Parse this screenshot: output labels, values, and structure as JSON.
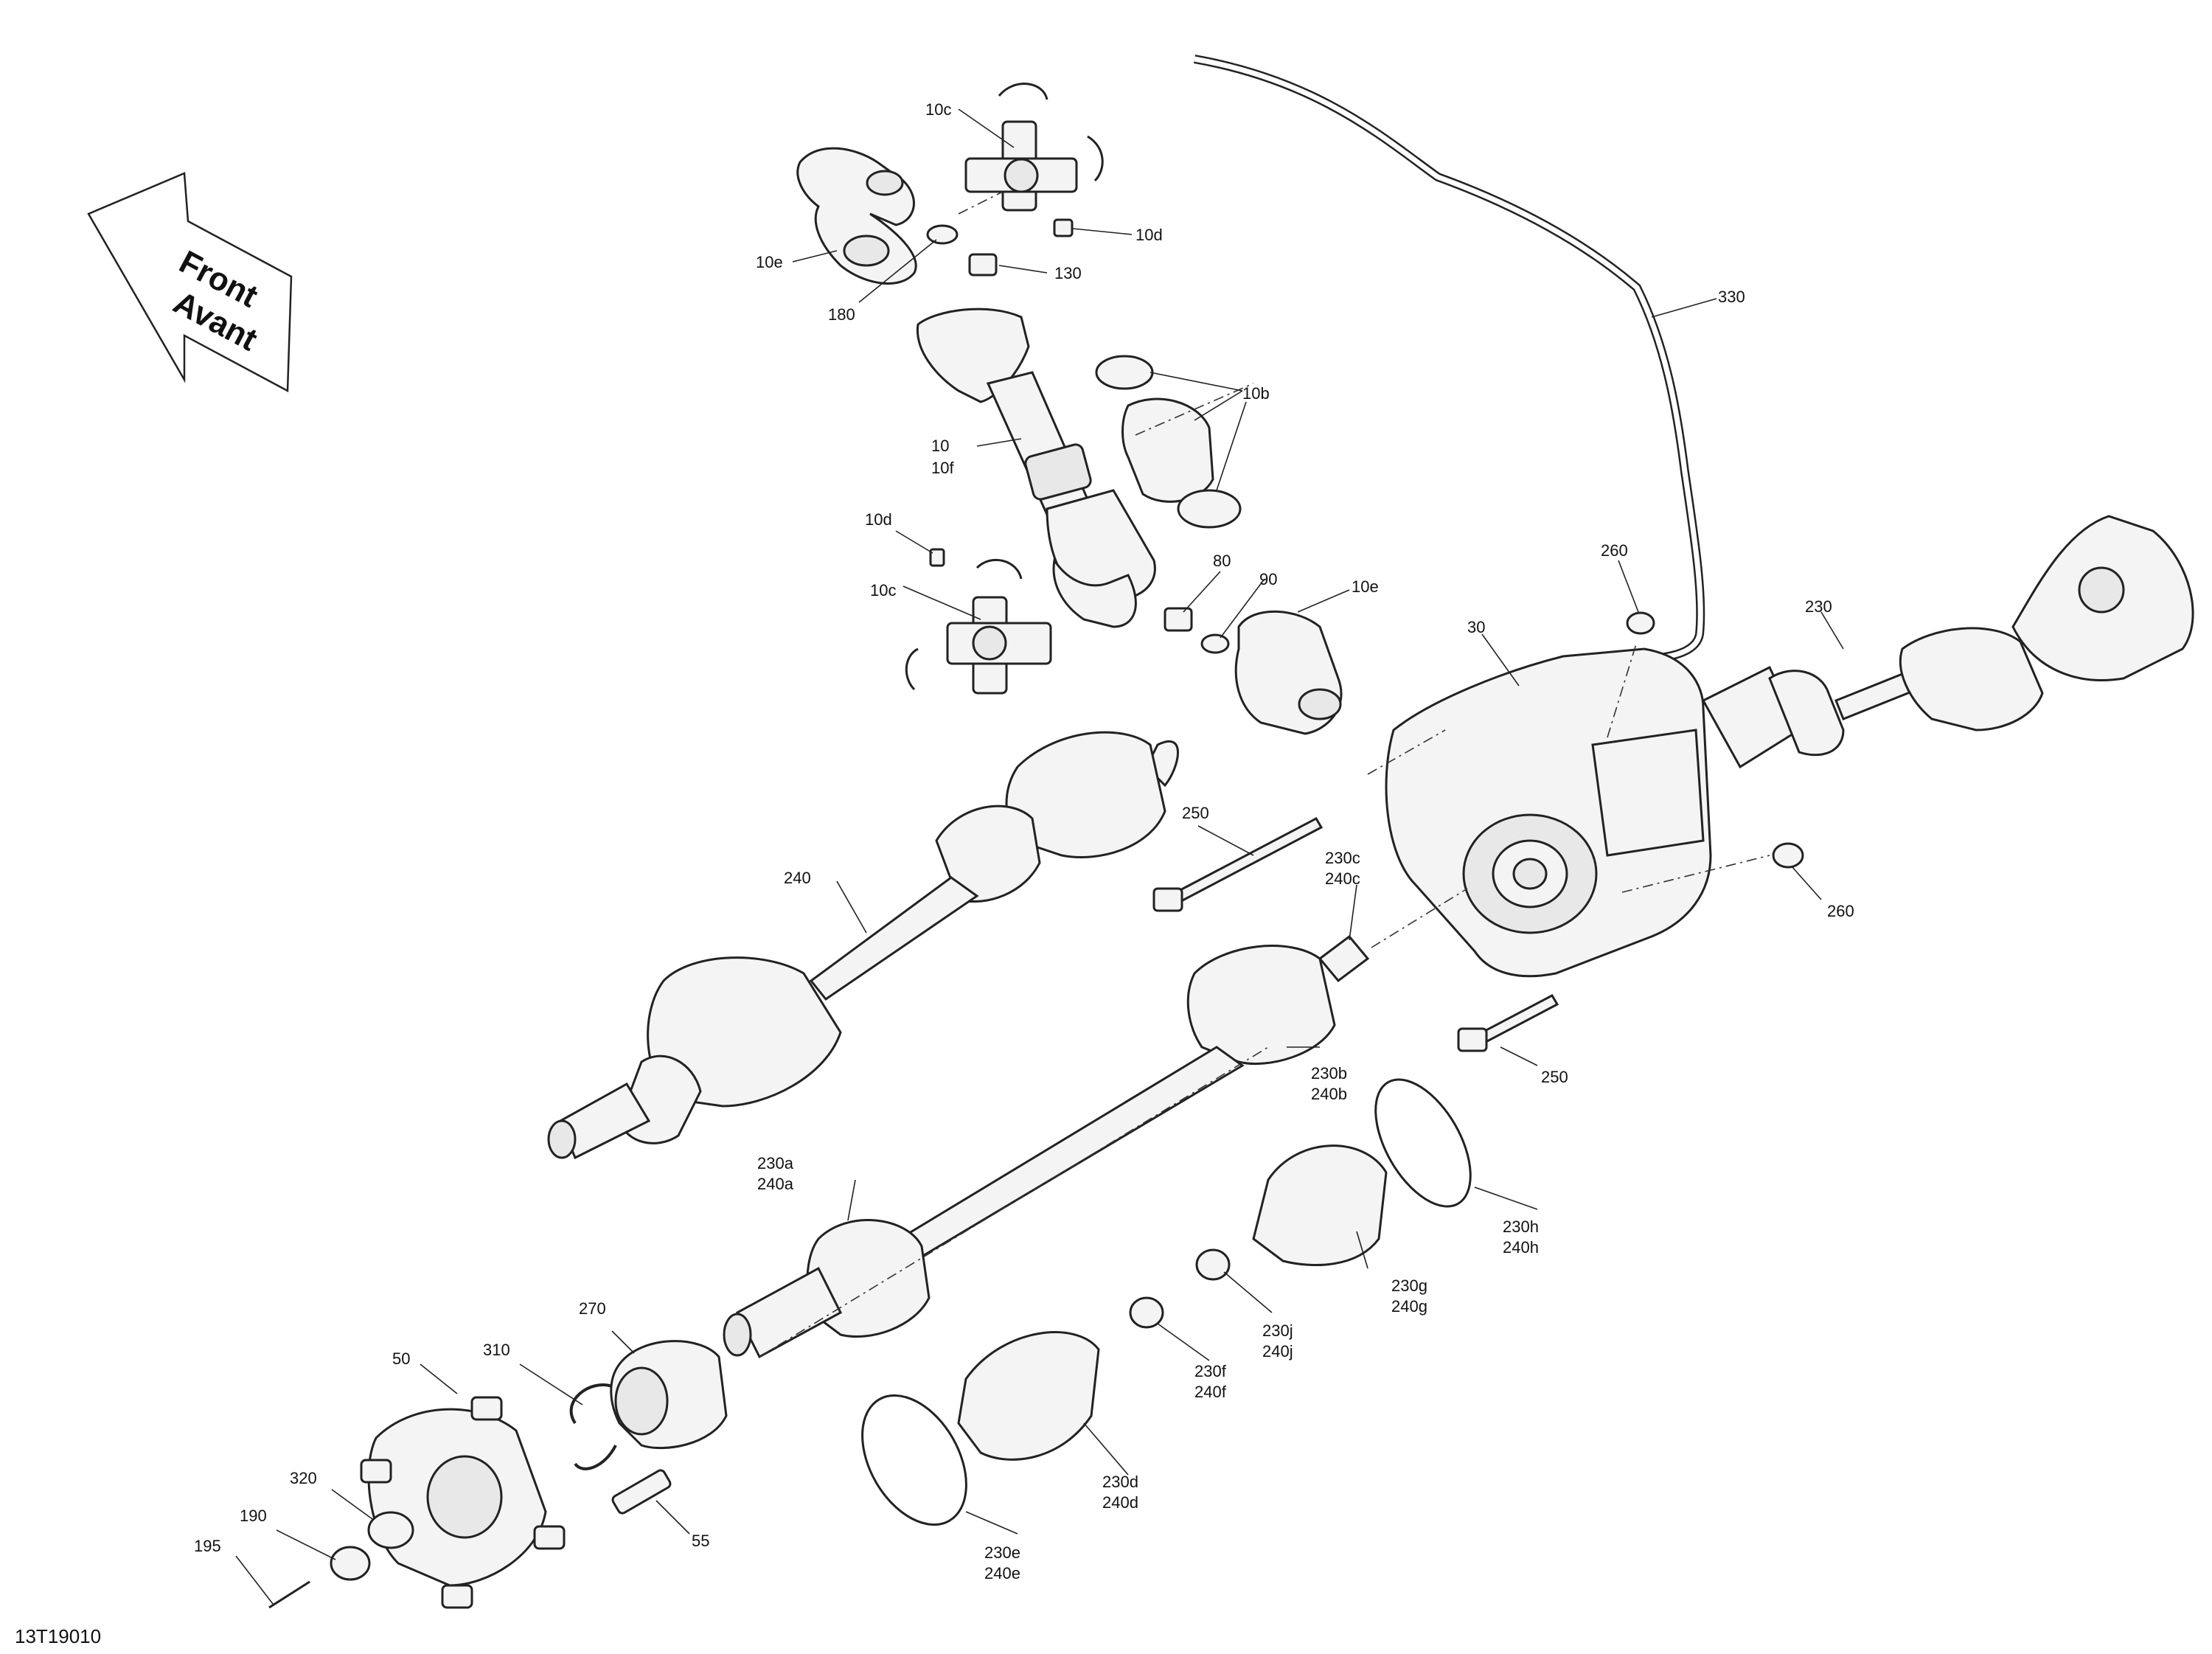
{
  "figure_code": "13T19010",
  "direction": {
    "line1": "Front",
    "line2": "Avant"
  },
  "labels": {
    "l10c_top": "10c",
    "l10d_top": "10d",
    "l10e_top": "10e",
    "l130": "130",
    "l180": "180",
    "l330": "330",
    "l10b": "10b",
    "l10": "10",
    "l10f": "10f",
    "l10d_mid": "10d",
    "l10c_mid": "10c",
    "l80": "80",
    "l90": "90",
    "l10e_mid": "10e",
    "l260_top": "260",
    "l30": "30",
    "l230": "230",
    "l250_top": "250",
    "l240": "240",
    "l230c": "230c",
    "l240c": "240c",
    "l260_bottom": "260",
    "l250_bottom": "250",
    "l230b": "230b",
    "l240b": "240b",
    "l230a": "230a",
    "l240a": "240a",
    "l230h": "230h",
    "l240h": "240h",
    "l230g": "230g",
    "l240g": "240g",
    "l230j": "230j",
    "l240j": "240j",
    "l230f": "230f",
    "l240f": "240f",
    "l230d": "230d",
    "l240d": "240d",
    "l230e": "230e",
    "l240e": "240e",
    "l270": "270",
    "l50": "50",
    "l310": "310",
    "l320": "320",
    "l190": "190",
    "l195": "195",
    "l55": "55"
  }
}
